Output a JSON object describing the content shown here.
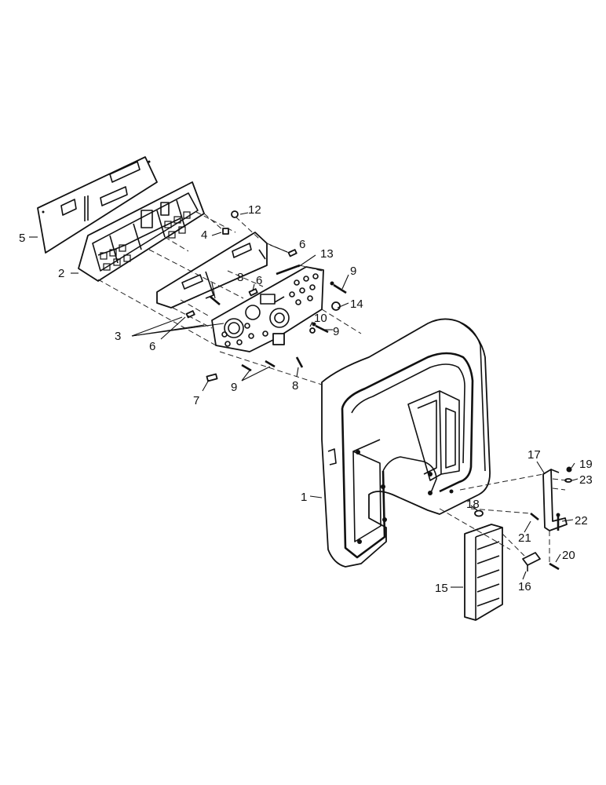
{
  "callouts": [
    "1",
    "2",
    "3",
    "4",
    "5",
    "6",
    "6",
    "6",
    "7",
    "8",
    "8",
    "9",
    "9",
    "9",
    "10",
    "12",
    "13",
    "14",
    "15",
    "16",
    "17",
    "18",
    "19",
    "20",
    "21",
    "22",
    "23"
  ]
}
